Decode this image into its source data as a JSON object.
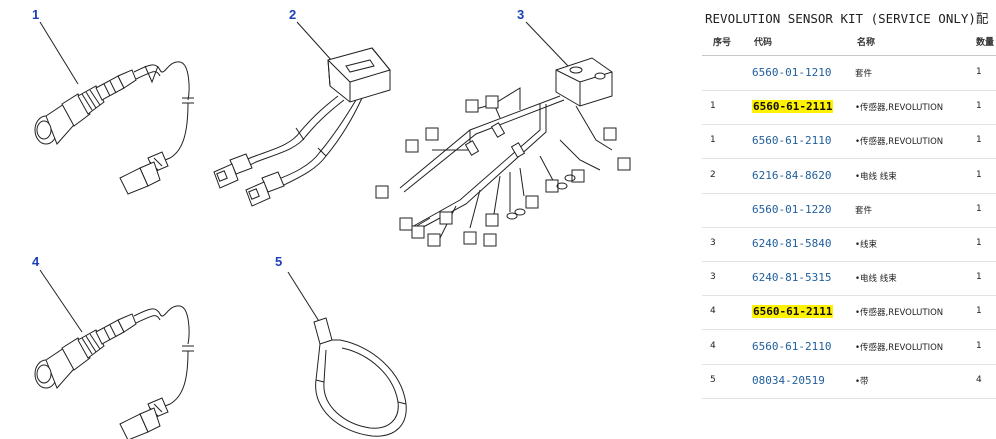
{
  "callouts": [
    "1",
    "2",
    "3",
    "4",
    "5"
  ],
  "panel": {
    "title": "REVOLUTION SENSOR KIT (SERVICE ONLY)配",
    "headers": {
      "seq": "序号",
      "code": "代码",
      "name": "名称",
      "qty": "数量"
    },
    "rows": [
      {
        "seq": "",
        "code": "6560-01-1210",
        "name": "套件",
        "qty": "1",
        "highlight": false
      },
      {
        "seq": "1",
        "code": "6560-61-2111",
        "name": "•传感器,REVOLUTION",
        "qty": "1",
        "highlight": true
      },
      {
        "seq": "1",
        "code": "6560-61-2110",
        "name": "•传感器,REVOLUTION",
        "qty": "1",
        "highlight": false
      },
      {
        "seq": "2",
        "code": "6216-84-8620",
        "name": "•电线 线束",
        "qty": "1",
        "highlight": false
      },
      {
        "seq": "",
        "code": "6560-01-1220",
        "name": "套件",
        "qty": "1",
        "highlight": false
      },
      {
        "seq": "3",
        "code": "6240-81-5840",
        "name": "•线束",
        "qty": "1",
        "highlight": false
      },
      {
        "seq": "3",
        "code": "6240-81-5315",
        "name": "•电线 线束",
        "qty": "1",
        "highlight": false
      },
      {
        "seq": "4",
        "code": "6560-61-2111",
        "name": "•传感器,REVOLUTION",
        "qty": "1",
        "highlight": true
      },
      {
        "seq": "4",
        "code": "6560-61-2110",
        "name": "•传感器,REVOLUTION",
        "qty": "1",
        "highlight": false
      },
      {
        "seq": "5",
        "code": "08034-20519",
        "name": "•带",
        "qty": "4",
        "highlight": false
      }
    ]
  }
}
